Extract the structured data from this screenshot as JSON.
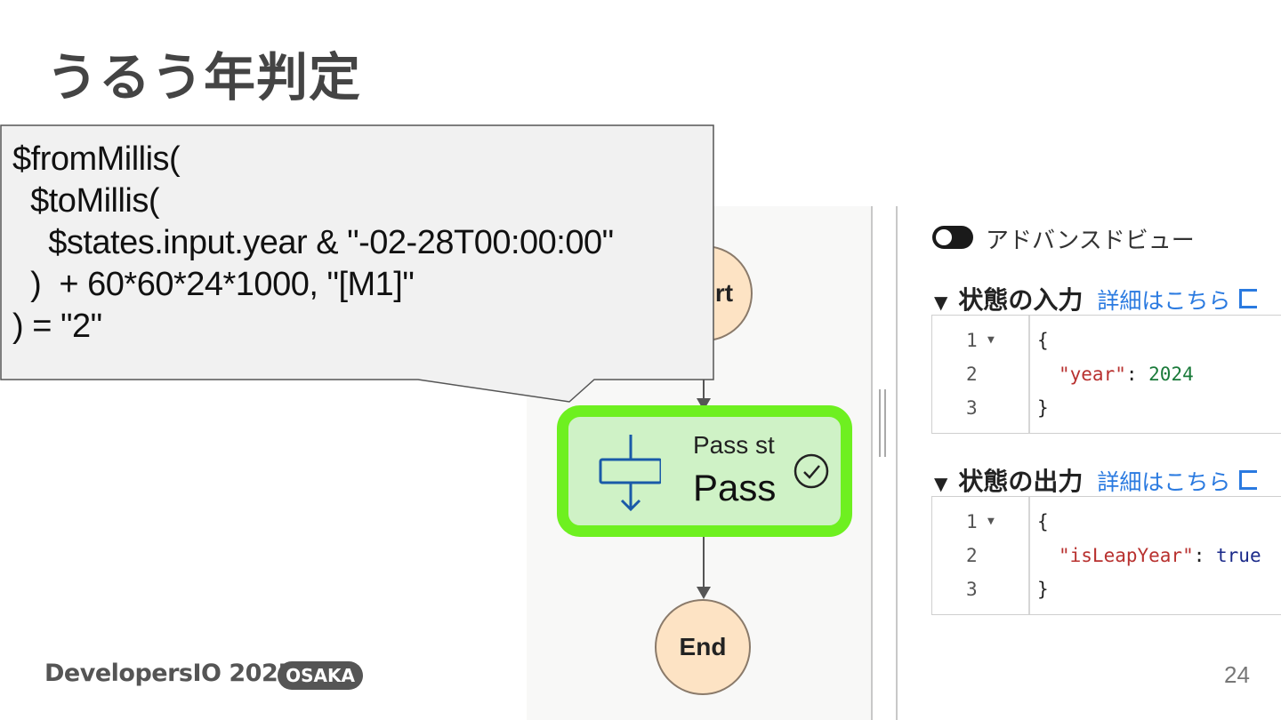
{
  "slide": {
    "title": "うるう年判定",
    "page_number": "24"
  },
  "callout": {
    "code": "$fromMillis(\n  $toMillis(\n    $states.input.year & \"-02-28T00:00:00\"\n  )  + 60*60*24*1000, \"[M1]\"\n) = \"2\""
  },
  "flow": {
    "start_label": "rt",
    "pass_type": "Pass st",
    "pass_name": "Pass",
    "end_label": "End"
  },
  "panel": {
    "advanced_view_label": "アドバンスドビュー",
    "input": {
      "title": "状態の入力",
      "link": "詳細はこちら",
      "lines": [
        {
          "num": "1",
          "fold": "▼",
          "open": "{"
        },
        {
          "num": "2",
          "key": "\"year\"",
          "sep": ": ",
          "value": "2024"
        },
        {
          "num": "3",
          "close": "}"
        }
      ]
    },
    "output": {
      "title": "状態の出力",
      "link": "詳細はこちら",
      "lines": [
        {
          "num": "1",
          "fold": "▼",
          "open": "{"
        },
        {
          "num": "2",
          "key": "\"isLeapYear\"",
          "sep": ": ",
          "value": "true"
        },
        {
          "num": "3",
          "close": "}"
        }
      ]
    }
  },
  "footer": {
    "brand": "DevelopersIO 2025",
    "badge": "OSAKA"
  },
  "colors": {
    "pass_border": "#6ef020",
    "pass_fill": "#cff2c6",
    "node_fill": "#fde3c4",
    "link": "#2a7ae0"
  }
}
